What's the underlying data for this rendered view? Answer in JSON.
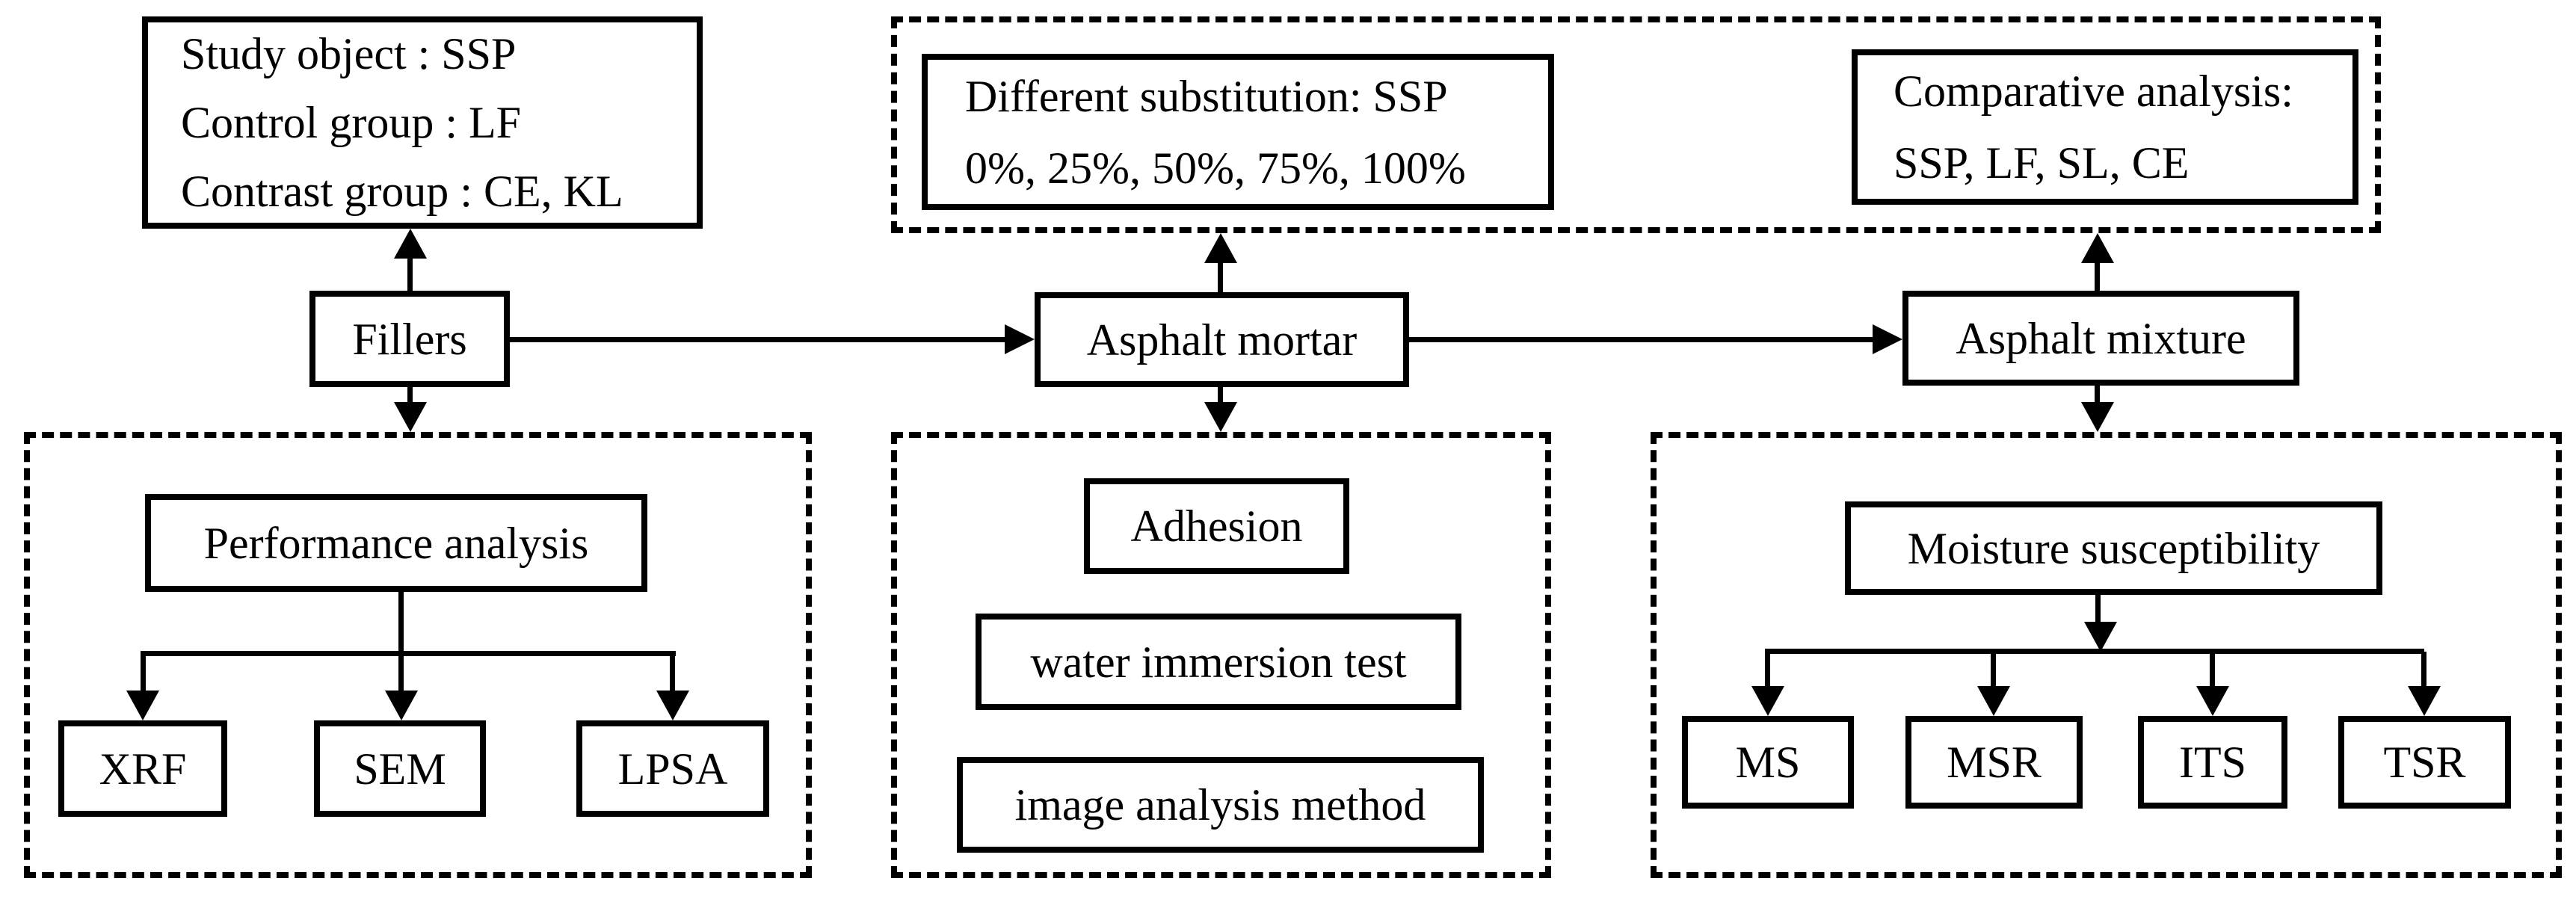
{
  "figure": {
    "background": "#ffffff",
    "ink": "#000000",
    "top_left_box": {
      "lines": [
        "Study object : SSP",
        "Control group : LF",
        "Contrast group : CE, KL"
      ]
    },
    "top_middle_box": {
      "lines": [
        "Different substitution: SSP",
        "0%, 25%, 50%, 75%, 100%"
      ]
    },
    "top_right_box": {
      "lines": [
        "Comparative analysis:",
        "SSP, LF, SL, CE"
      ]
    },
    "main_flow": {
      "fillers": "Fillers",
      "asphalt_mortar": "Asphalt mortar",
      "asphalt_mixture": "Asphalt mixture"
    },
    "fillers_branch": {
      "title": "Performance analysis",
      "tests": [
        "XRF",
        "SEM",
        "LPSA"
      ]
    },
    "mortar_branch": {
      "items": [
        "Adhesion",
        "water immersion test",
        "image analysis method"
      ]
    },
    "mixture_branch": {
      "title": "Moisture susceptibility",
      "tests": [
        "MS",
        "MSR",
        "ITS",
        "TSR"
      ]
    }
  }
}
